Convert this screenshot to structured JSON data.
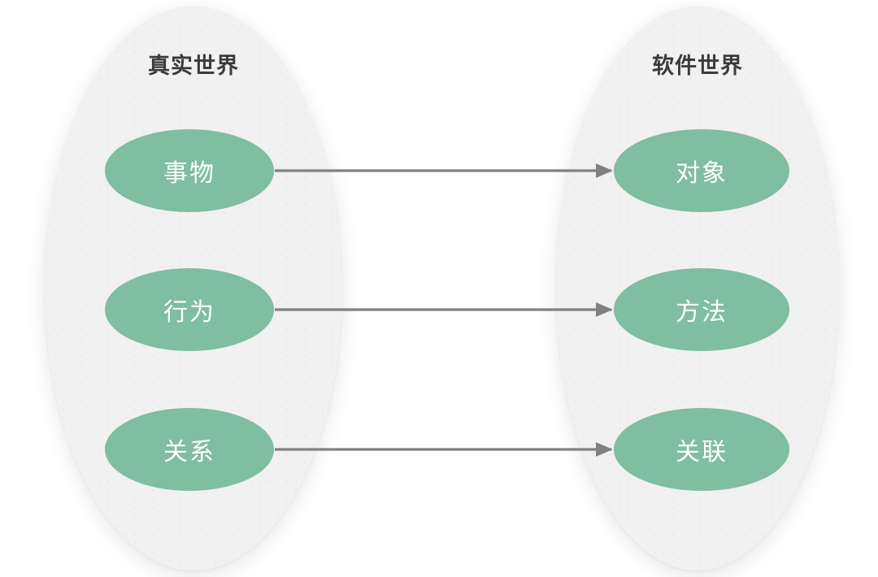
{
  "diagram": {
    "type": "mapping-diagram",
    "title_left": "真实世界",
    "title_right": "软件世界",
    "colors": {
      "node_fill": "#7fbea0",
      "container_fill": "#f1f1f1",
      "node_text": "#ffffff",
      "title_text": "#3b3b3b",
      "arrow": "#808080",
      "background": "#ffffff"
    },
    "left_world": {
      "title": "真实世界",
      "nodes": [
        {
          "label": "事物"
        },
        {
          "label": "行为"
        },
        {
          "label": "关系"
        }
      ]
    },
    "right_world": {
      "title": "软件世界",
      "nodes": [
        {
          "label": "对象"
        },
        {
          "label": "方法"
        },
        {
          "label": "关联"
        }
      ]
    },
    "arrows": [
      {
        "from": "事物",
        "to": "对象",
        "label": ""
      },
      {
        "from": "行为",
        "to": "方法",
        "label": ""
      },
      {
        "from": "关系",
        "to": "关联",
        "label": ""
      }
    ]
  }
}
